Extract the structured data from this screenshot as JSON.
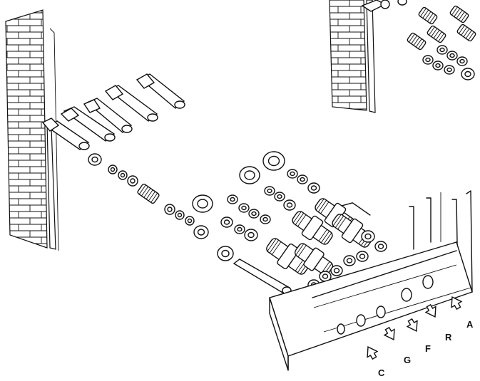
{
  "diagram": {
    "inlet_labels": [
      "C",
      "G",
      "F",
      "R",
      "A"
    ],
    "colors": {
      "ink": "#111111",
      "paper": "#ffffff"
    }
  }
}
